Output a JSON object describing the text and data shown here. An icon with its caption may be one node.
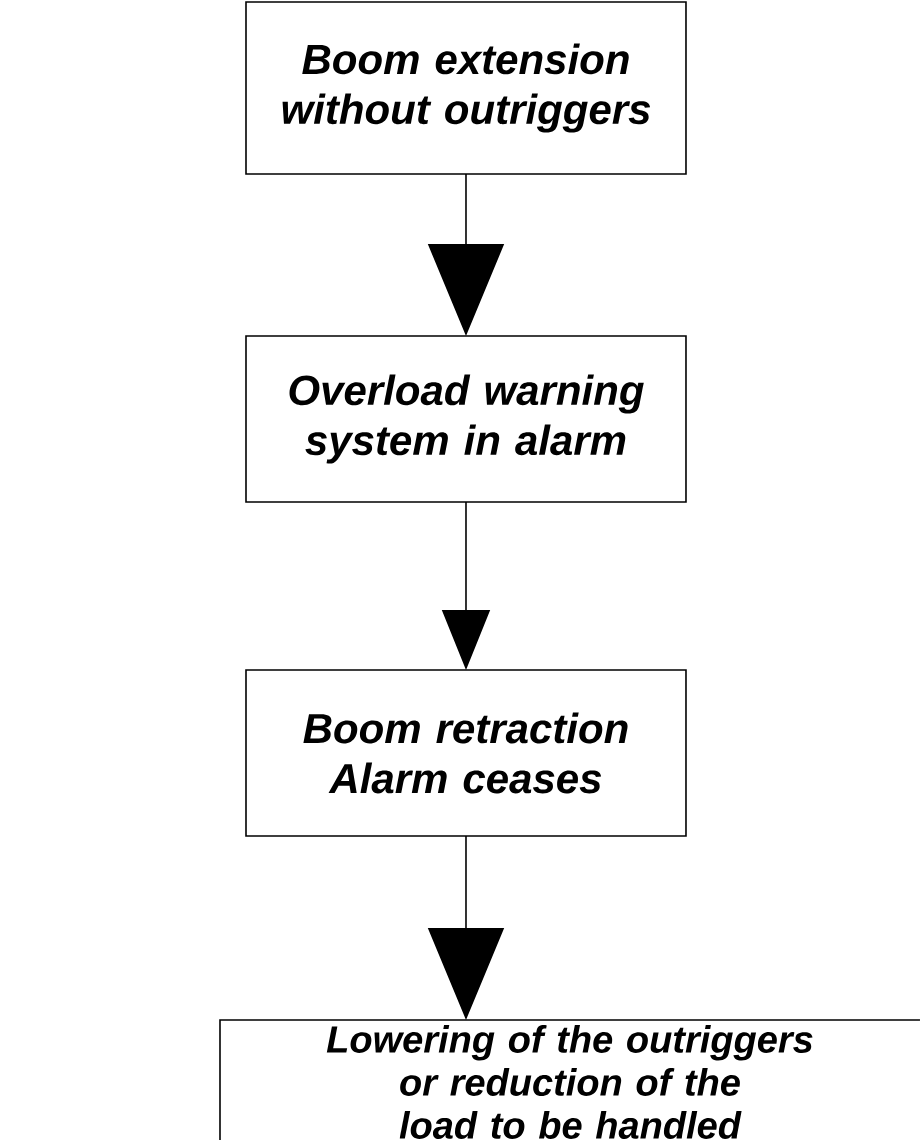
{
  "diagram": {
    "nodes": [
      {
        "text": [
          "Boom extension without outriggers"
        ]
      },
      {
        "text": [
          "Overload warning system in alarm"
        ]
      },
      {
        "text": [
          "Boom retraction Alarm ceases"
        ]
      },
      {
        "text": [
          "Lowering of the outriggers or reduction of the load to be handled"
        ]
      }
    ],
    "edges": [
      {
        "from": 0,
        "to": 1,
        "arrow": "to"
      },
      {
        "from": 1,
        "to": 2,
        "arrow": "to"
      },
      {
        "from": 2,
        "to": 3,
        "arrow": "to"
      }
    ]
  }
}
